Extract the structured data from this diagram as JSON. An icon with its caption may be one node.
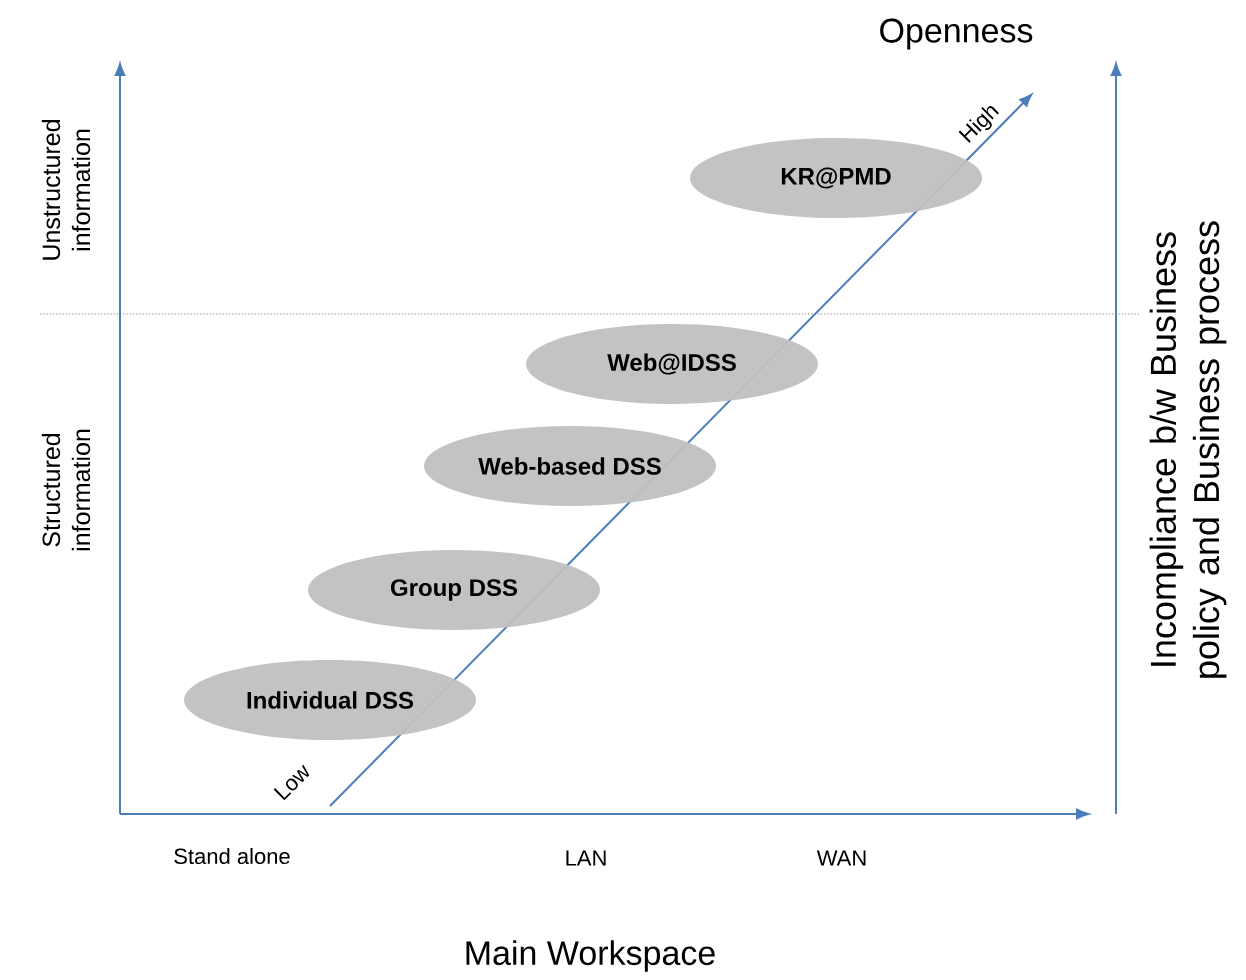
{
  "diagram": {
    "nodes": [
      {
        "text": [
          "KR@PMD"
        ]
      },
      {
        "text": [
          "Web@IDSS"
        ]
      },
      {
        "text": [
          "Web-based DSS"
        ]
      },
      {
        "text": [
          "Group  DSS"
        ]
      },
      {
        "text": [
          "Individual DSS"
        ]
      }
    ],
    "labels": [
      "Openness",
      "High",
      "Unstructured information",
      "Incompliance b/w Business policy and Business process",
      "Structured information",
      "Low",
      "Stand alone",
      "LAN",
      "WAN",
      "Main Workspace"
    ]
  }
}
